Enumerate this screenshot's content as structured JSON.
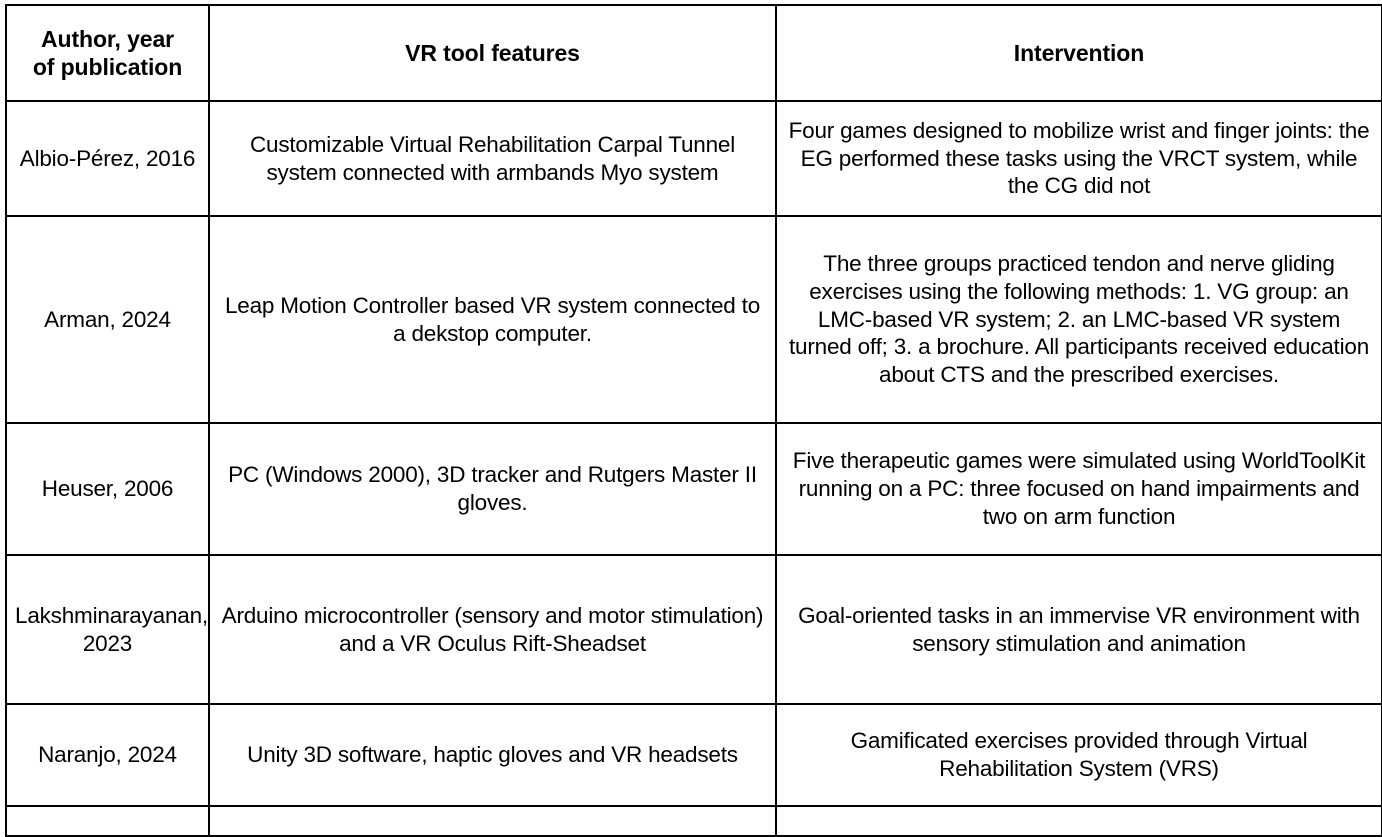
{
  "table": {
    "columns": [
      {
        "key": "author",
        "label": "Author, year\nof publication"
      },
      {
        "key": "features",
        "label": "VR tool features"
      },
      {
        "key": "intervention",
        "label": "Intervention"
      }
    ],
    "header": {
      "author_line1": "Author, year",
      "author_line2": "of publication",
      "features": "VR tool features",
      "intervention": "Intervention"
    },
    "rows": [
      {
        "author": "Albio-Pérez, 2016",
        "features": "Customizable Virtual Rehabilitation Carpal Tunnel system connected with armbands Myo system",
        "intervention": "Four games designed to mobilize wrist and finger joints: the EG performed these tasks using the VRCT system, while the CG did not"
      },
      {
        "author": "Arman, 2024",
        "features": "Leap Motion Controller based VR system connected to a dekstop computer.",
        "intervention": "The three groups practiced tendon and nerve gliding exercises using the following methods: 1. VG group: an LMC-based VR system; 2. an LMC-based VR system turned off; 3. a brochure. All participants received education about CTS and the prescribed exercises."
      },
      {
        "author": "Heuser, 2006",
        "features": "PC (Windows 2000), 3D tracker and Rutgers Master II gloves.",
        "intervention": "Five therapeutic games were simulated using WorldToolKit running on a PC: three focused on hand impairments and two on arm function"
      },
      {
        "author": "Lakshminarayanan, 2023",
        "features": "Arduino microcontroller (sensory and motor stimulation) and a VR Oculus Rift-Sheadset",
        "intervention": "Goal-oriented tasks in an immervise VR environment with sensory stimulation and animation"
      },
      {
        "author": "Naranjo, 2024",
        "features": "Unity 3D software, haptic gloves and VR headsets",
        "intervention": "Gamificated exercises provided through Virtual Rehabilitation System (VRS)"
      },
      {
        "author": "",
        "features": "",
        "intervention": ""
      }
    ]
  },
  "style": {
    "border_color": "#000000",
    "background_color": "#ffffff",
    "text_color": "#000000"
  }
}
